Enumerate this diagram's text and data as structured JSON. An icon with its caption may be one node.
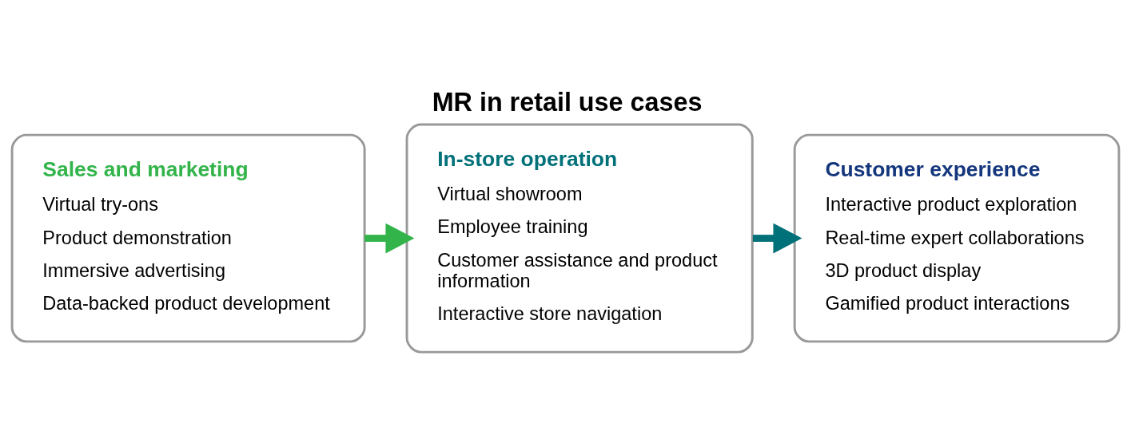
{
  "diagram": {
    "title": "MR in retail use cases",
    "nodes": [
      {
        "text": [
          "Sales and marketing",
          "Virtual try-ons",
          "Product demonstration",
          "Immersive advertising",
          "Data-backed product development"
        ]
      },
      {
        "text": [
          "In-store operation",
          "Virtual showroom",
          "Employee training",
          "Customer assistance and product information",
          "Interactive store navigation"
        ]
      },
      {
        "text": [
          "Customer experience",
          "Interactive product exploration",
          "Real-time expert collaborations",
          "3D product display",
          "Gamified product interactions"
        ]
      }
    ],
    "edges": [
      {
        "from": 0,
        "to": 1,
        "arrow": "to"
      },
      {
        "from": 1,
        "to": 2,
        "arrow": "to"
      }
    ]
  }
}
